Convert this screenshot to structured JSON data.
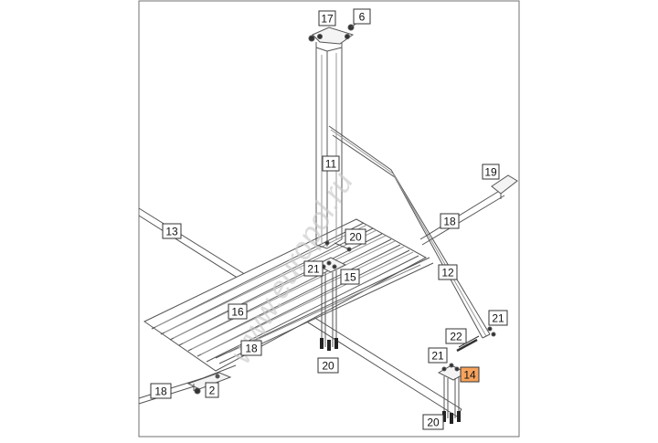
{
  "watermark": "www.europol.ru",
  "highlight_color": "#f7a35c",
  "line_color": "#555555",
  "callouts": [
    {
      "id": "c17",
      "label": "17"
    },
    {
      "id": "c6",
      "label": "6"
    },
    {
      "id": "c11",
      "label": "11"
    },
    {
      "id": "c19",
      "label": "19"
    },
    {
      "id": "c13",
      "label": "13"
    },
    {
      "id": "c18a",
      "label": "18"
    },
    {
      "id": "c20a",
      "label": "20"
    },
    {
      "id": "c21a",
      "label": "21"
    },
    {
      "id": "c15",
      "label": "15"
    },
    {
      "id": "c12",
      "label": "12"
    },
    {
      "id": "c16",
      "label": "16"
    },
    {
      "id": "c21b",
      "label": "21"
    },
    {
      "id": "c22",
      "label": "22"
    },
    {
      "id": "c18b",
      "label": "18"
    },
    {
      "id": "c21c",
      "label": "21"
    },
    {
      "id": "c14",
      "label": "14",
      "highlight": true
    },
    {
      "id": "c20b",
      "label": "20"
    },
    {
      "id": "c18c",
      "label": "18"
    },
    {
      "id": "c2",
      "label": "2"
    },
    {
      "id": "c20c",
      "label": "20"
    }
  ]
}
